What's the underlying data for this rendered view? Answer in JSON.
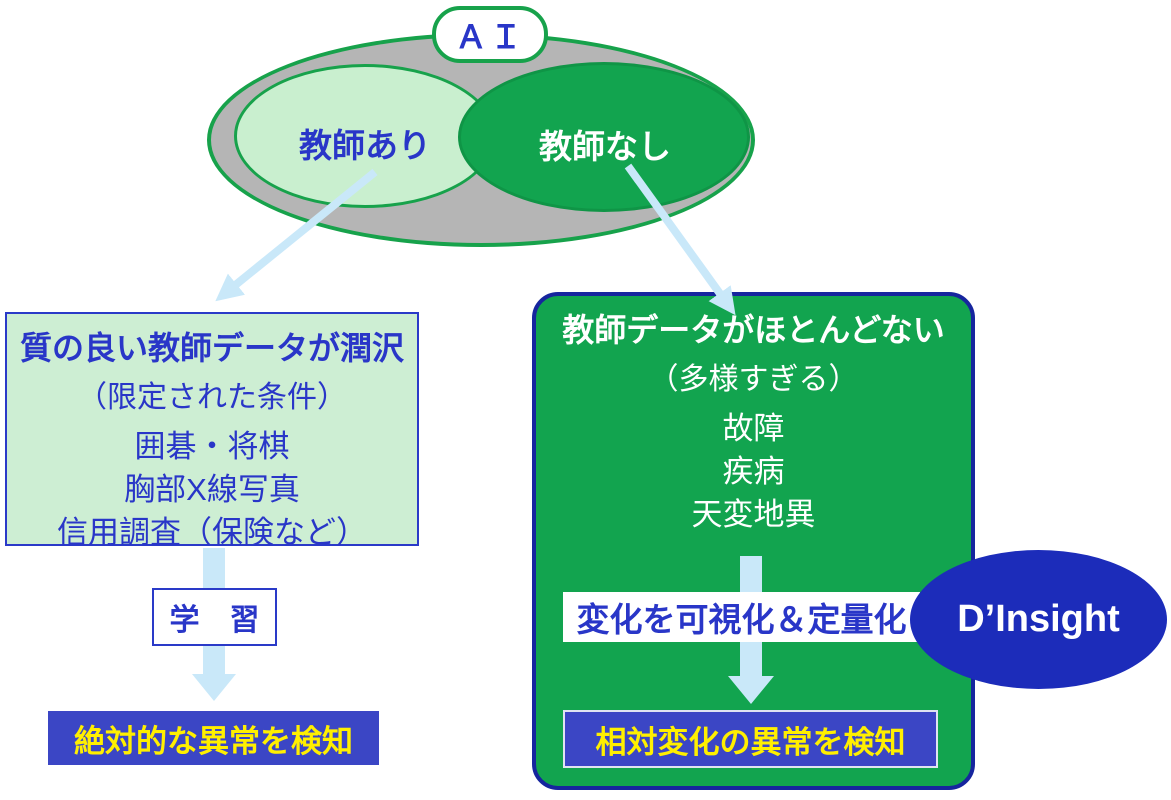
{
  "title_badge": {
    "label": "ＡＩ"
  },
  "venn": {
    "supervised_label": "教師あり",
    "unsupervised_label": "教師なし"
  },
  "left_branch": {
    "title": "質の良い教師データが潤沢",
    "subtitle": "（限定された条件）",
    "examples": [
      "囲碁・将棋",
      "胸部X線写真",
      "信用調査（保険など）"
    ],
    "process_label": "学　習",
    "result_label": "絶対的な異常を検知"
  },
  "right_branch": {
    "title": "教師データがほとんどない",
    "subtitle": "（多様すぎる）",
    "examples": [
      "故障",
      "疾病",
      "天変地異"
    ],
    "process_label": "変化を可視化＆定量化",
    "product_label": "D’Insight",
    "result_label": "相対変化の異常を検知"
  },
  "colors": {
    "green": "#12a44f",
    "green_border": "#17a24b",
    "light_green": "#c9efcf",
    "gray": "#b5b5b5",
    "navy_ellipse": "#1c2cba",
    "navy_border": "#16259e",
    "result_box_blue": "#3b46c5",
    "blue_text": "#2936c8",
    "yellow_text": "#ffef00",
    "arrow_light_blue": "#c9e8f9"
  }
}
